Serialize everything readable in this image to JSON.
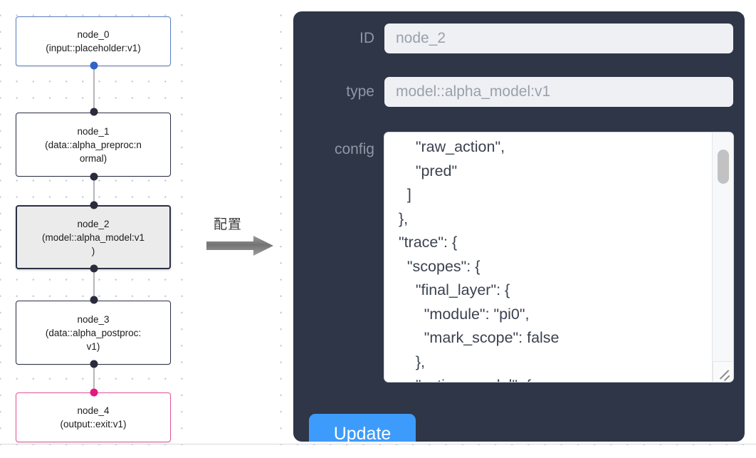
{
  "graph": {
    "nodes": [
      {
        "id": "node_0",
        "title": "node_0",
        "subtitle": "(input::placeholder:v1)",
        "kind": "input",
        "selected": false
      },
      {
        "id": "node_1",
        "title": "node_1",
        "subtitle": "(data::alpha_preproc:n\normal)",
        "kind": "default",
        "selected": false
      },
      {
        "id": "node_2",
        "title": "node_2",
        "subtitle": "(model::alpha_model:v1\n)",
        "kind": "default",
        "selected": true
      },
      {
        "id": "node_3",
        "title": "node_3",
        "subtitle": "(data::alpha_postproc:\nv1)",
        "kind": "default",
        "selected": false
      },
      {
        "id": "node_4",
        "title": "node_4",
        "subtitle": "(output::exit:v1)",
        "kind": "output",
        "selected": false
      }
    ],
    "colors": {
      "input_border": "#5b7fc4",
      "output_border": "#e4549a",
      "default_border": "#2b3145",
      "selected_fill": "#ebebeb",
      "edge": "#b6b6bb",
      "handle": "#2b2b3d",
      "handle_input": "#2f63c8",
      "handle_output": "#e6177f",
      "grid_dot": "#c9ccd4"
    }
  },
  "flow": {
    "label": "配置",
    "arrow_color": "#7d7d7d"
  },
  "panel": {
    "background": "#2e3647",
    "fields": [
      {
        "key": "id",
        "label": "ID",
        "value": "node_2"
      },
      {
        "key": "type",
        "label": "type",
        "value": "model::alpha_model:v1"
      }
    ],
    "config": {
      "label": "config",
      "value": "      \"raw_action\",\n      \"pred\"\n    ]\n  },\n  \"trace\": {\n    \"scopes\": {\n      \"final_layer\": {\n        \"module\": \"pi0\",\n        \"mark_scope\": false\n      },\n      \"action_model\": {",
      "scroll_thumb_visible": true,
      "resizable": true
    },
    "update_button": {
      "label": "Update",
      "color": "#3d9bfb"
    }
  }
}
